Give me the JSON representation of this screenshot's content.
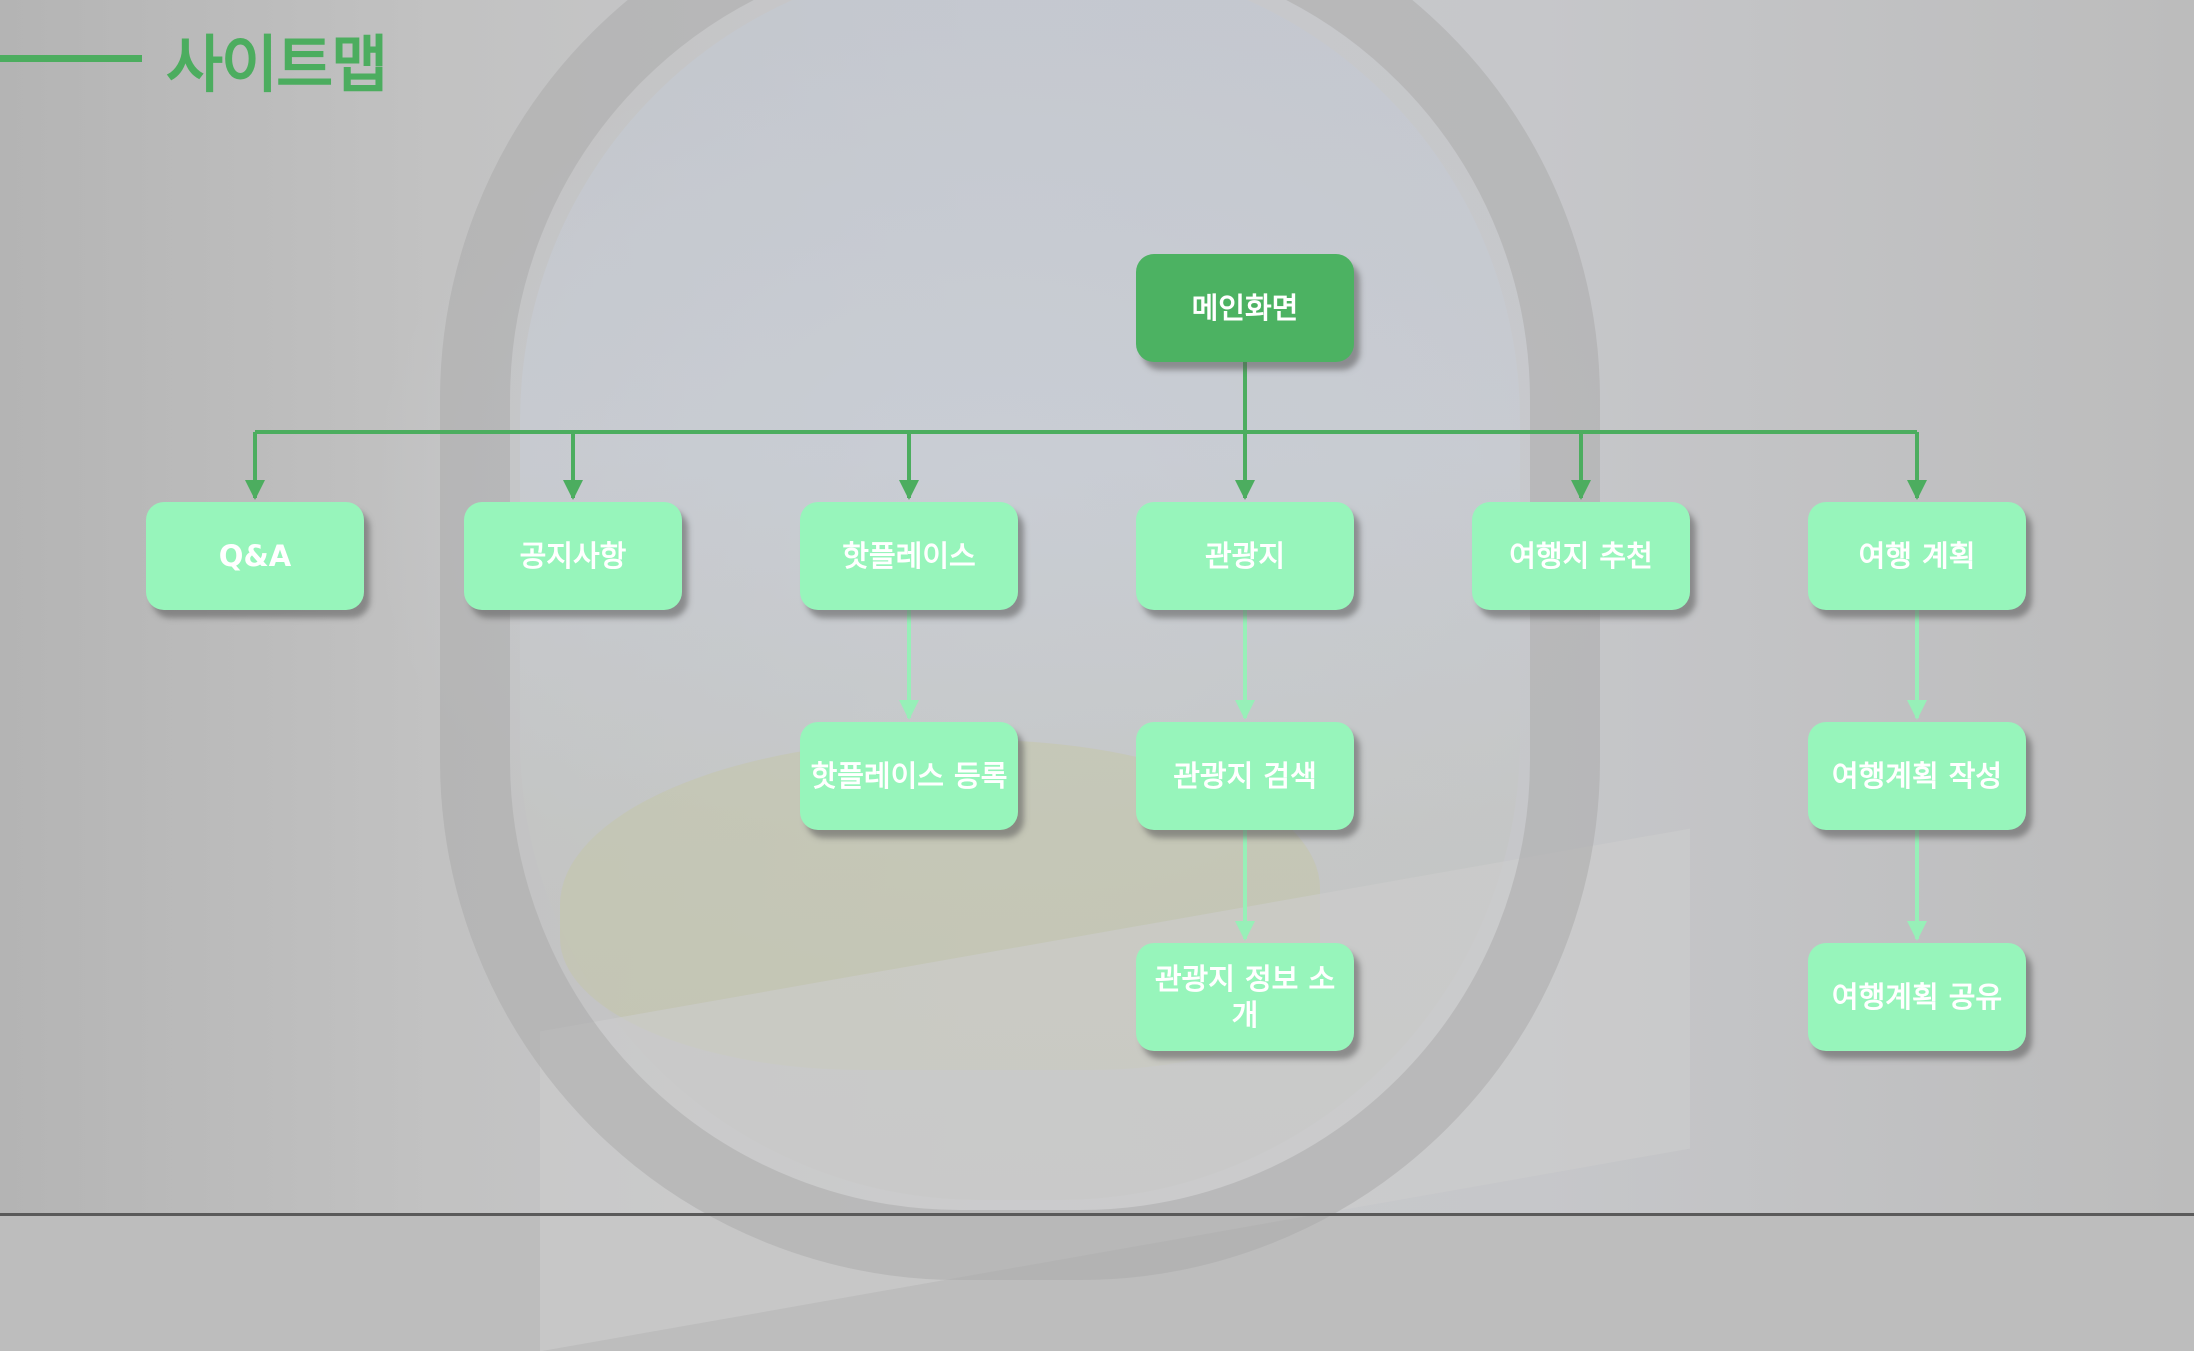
{
  "header": {
    "title": "사이트맵"
  },
  "colors": {
    "accent": "#4cad5f",
    "root_node": "#4cb262",
    "child_node": "#97f5bb",
    "node_text": "#ffffff",
    "primary_connector": "#4cad5f",
    "secondary_connector": "#97f0b8"
  },
  "sitemap": {
    "root": "메인화면",
    "sections": [
      {
        "label": "Q&A",
        "children": []
      },
      {
        "label": "공지사항",
        "children": []
      },
      {
        "label": "핫플레이스",
        "children": [
          "핫플레이스 등록"
        ]
      },
      {
        "label": "관광지",
        "children": [
          "관광지 검색",
          "관광지 정보 소개"
        ]
      },
      {
        "label": "여행지 추천",
        "children": []
      },
      {
        "label": "여행 계획",
        "children": [
          "여행계획 작성",
          "여행계획 공유"
        ]
      }
    ]
  }
}
